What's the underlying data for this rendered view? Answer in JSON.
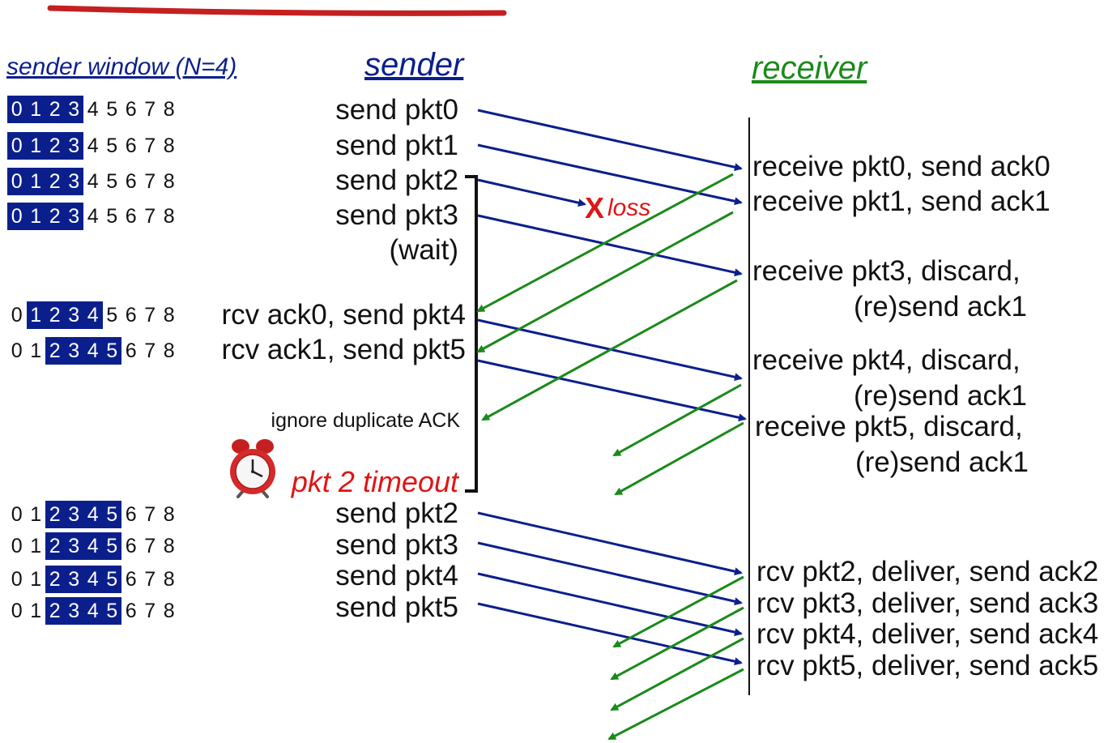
{
  "headers": {
    "sender_window": "sender window (N=4)",
    "sender": "sender",
    "receiver": "receiver"
  },
  "window_digits": [
    "0",
    "1",
    "2",
    "3",
    "4",
    "5",
    "6",
    "7",
    "8"
  ],
  "windows": [
    {
      "start": 0,
      "size": 4
    },
    {
      "start": 0,
      "size": 4
    },
    {
      "start": 0,
      "size": 4
    },
    {
      "start": 0,
      "size": 4
    },
    {
      "start": 1,
      "size": 4
    },
    {
      "start": 2,
      "size": 4
    },
    {
      "start": 2,
      "size": 4
    },
    {
      "start": 2,
      "size": 4
    },
    {
      "start": 2,
      "size": 4
    },
    {
      "start": 2,
      "size": 4
    }
  ],
  "sender_events": [
    "send  pkt0",
    "send  pkt1",
    "send  pkt2",
    "send  pkt3",
    "(wait)",
    "rcv ack0, send pkt4",
    "rcv ack1, send pkt5",
    "send  pkt2",
    "send  pkt3",
    "send  pkt4",
    "send  pkt5"
  ],
  "ignore_note": "ignore duplicate ACK",
  "timeout_note": "pkt 2 timeout",
  "loss_mark": "X",
  "loss_label": "loss",
  "receiver_events": [
    "receive pkt0, send ack0",
    "receive pkt1, send ack1",
    "receive pkt3, discard,",
    "(re)send ack1",
    "receive pkt4, discard,",
    "(re)send ack1",
    "receive pkt5, discard,",
    "(re)send ack1",
    "rcv pkt2, deliver, send ack2",
    "rcv pkt3, deliver, send ack3",
    "rcv pkt4, deliver, send ack4",
    "rcv pkt5, deliver, send ack5"
  ],
  "colors": {
    "data_arrow": "#0b1f8c",
    "ack_arrow": "#1a8a1a",
    "header_sender": "#0b1f8c",
    "header_receiver": "#1a8a1a",
    "loss": "#e01515",
    "window_fill": "#0b1f8c",
    "top_stroke": "#c42020"
  },
  "icons": [
    "alarm-clock-icon"
  ]
}
